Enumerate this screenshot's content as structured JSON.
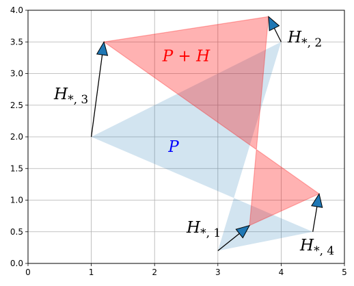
{
  "chart_data": {
    "type": "area",
    "title": "",
    "xlabel": "",
    "ylabel": "",
    "xlim": [
      0,
      5
    ],
    "ylim": [
      0,
      4
    ],
    "grid": true,
    "x_ticks": [
      "0",
      "1",
      "2",
      "3",
      "4",
      "5"
    ],
    "y_ticks": [
      "0.0",
      "0.5",
      "1.0",
      "1.5",
      "2.0",
      "2.5",
      "3.0",
      "3.5",
      "4.0"
    ],
    "polygons": [
      {
        "label": "P",
        "points": [
          [
            3.0,
            0.2
          ],
          [
            4.0,
            3.5
          ],
          [
            1.0,
            2.0
          ],
          [
            4.5,
            0.5
          ]
        ],
        "fill": "#1f77b4",
        "opacity": 0.2
      },
      {
        "label": "P + H",
        "points": [
          [
            3.5,
            0.6
          ],
          [
            3.8,
            3.9
          ],
          [
            1.2,
            3.5
          ],
          [
            4.6,
            1.1
          ]
        ],
        "fill": "#ff0000",
        "opacity": 0.3
      }
    ],
    "arrows": [
      {
        "label": "H*,1",
        "from": [
          3.0,
          0.2
        ],
        "to": [
          3.5,
          0.6
        ]
      },
      {
        "label": "H*,2",
        "from": [
          4.0,
          3.5
        ],
        "to": [
          3.8,
          3.9
        ]
      },
      {
        "label": "H*,3",
        "from": [
          1.0,
          2.0
        ],
        "to": [
          1.2,
          3.5
        ]
      },
      {
        "label": "H*,4",
        "from": [
          4.5,
          0.5
        ],
        "to": [
          4.6,
          1.1
        ]
      }
    ],
    "annotations": [
      {
        "text": "P + H",
        "x": 2.5,
        "y": 3.28,
        "color": "#ff0000"
      },
      {
        "text": "P",
        "x": 2.3,
        "y": 1.85,
        "color": "#0000ff"
      }
    ],
    "arrow_color": "#1f77b4"
  }
}
